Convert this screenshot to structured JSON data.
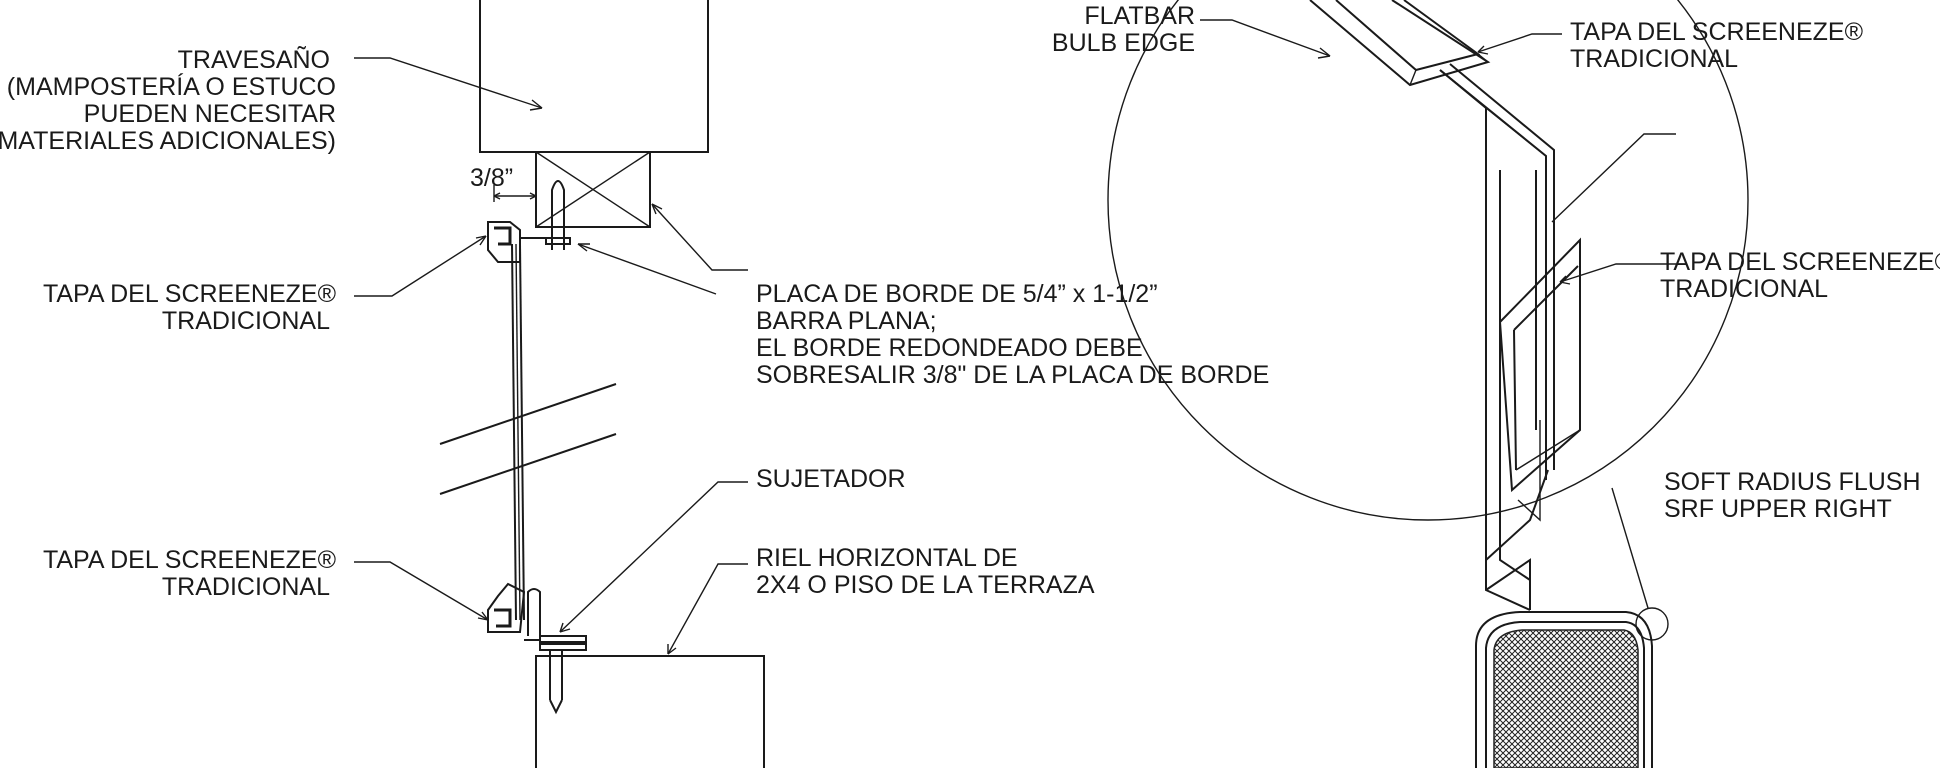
{
  "labels": {
    "travesano": [
      "TRAVESAÑO",
      "(MAMPOSTERÍA O ESTUCO",
      "PUEDEN NECESITAR",
      "MATERIALES ADICIONALES)"
    ],
    "gap": "3/8”",
    "tapa_upper_left": [
      "TAPA DEL SCREENEZE®",
      "TRADICIONAL"
    ],
    "tapa_lower_left": [
      "TAPA DEL SCREENEZE®",
      "TRADICIONAL"
    ],
    "placa": [
      "PLACA DE BORDE DE 5/4” x 1-1/2”",
      "BARRA PLANA;",
      "EL BORDE REDONDEADO DEBE",
      "SOBRESALIR 3/8\" DE LA PLACA DE BORDE"
    ],
    "sujetador": "SUJETADOR",
    "riel": [
      "RIEL HORIZONTAL DE",
      "2X4 O PISO DE LA TERRAZA"
    ],
    "flatbar": [
      "FLATBAR",
      "BULB EDGE"
    ],
    "tapa_top_right": [
      "TAPA DEL SCREENEZE®",
      "TRADICIONAL"
    ],
    "tapa_mid_right": [
      "TAPA DEL SCREENEZE®",
      "TRADICIONAL"
    ],
    "soft_radius": [
      "SOFT RADIUS FLUSH",
      "SRF UPPER RIGHT"
    ]
  }
}
